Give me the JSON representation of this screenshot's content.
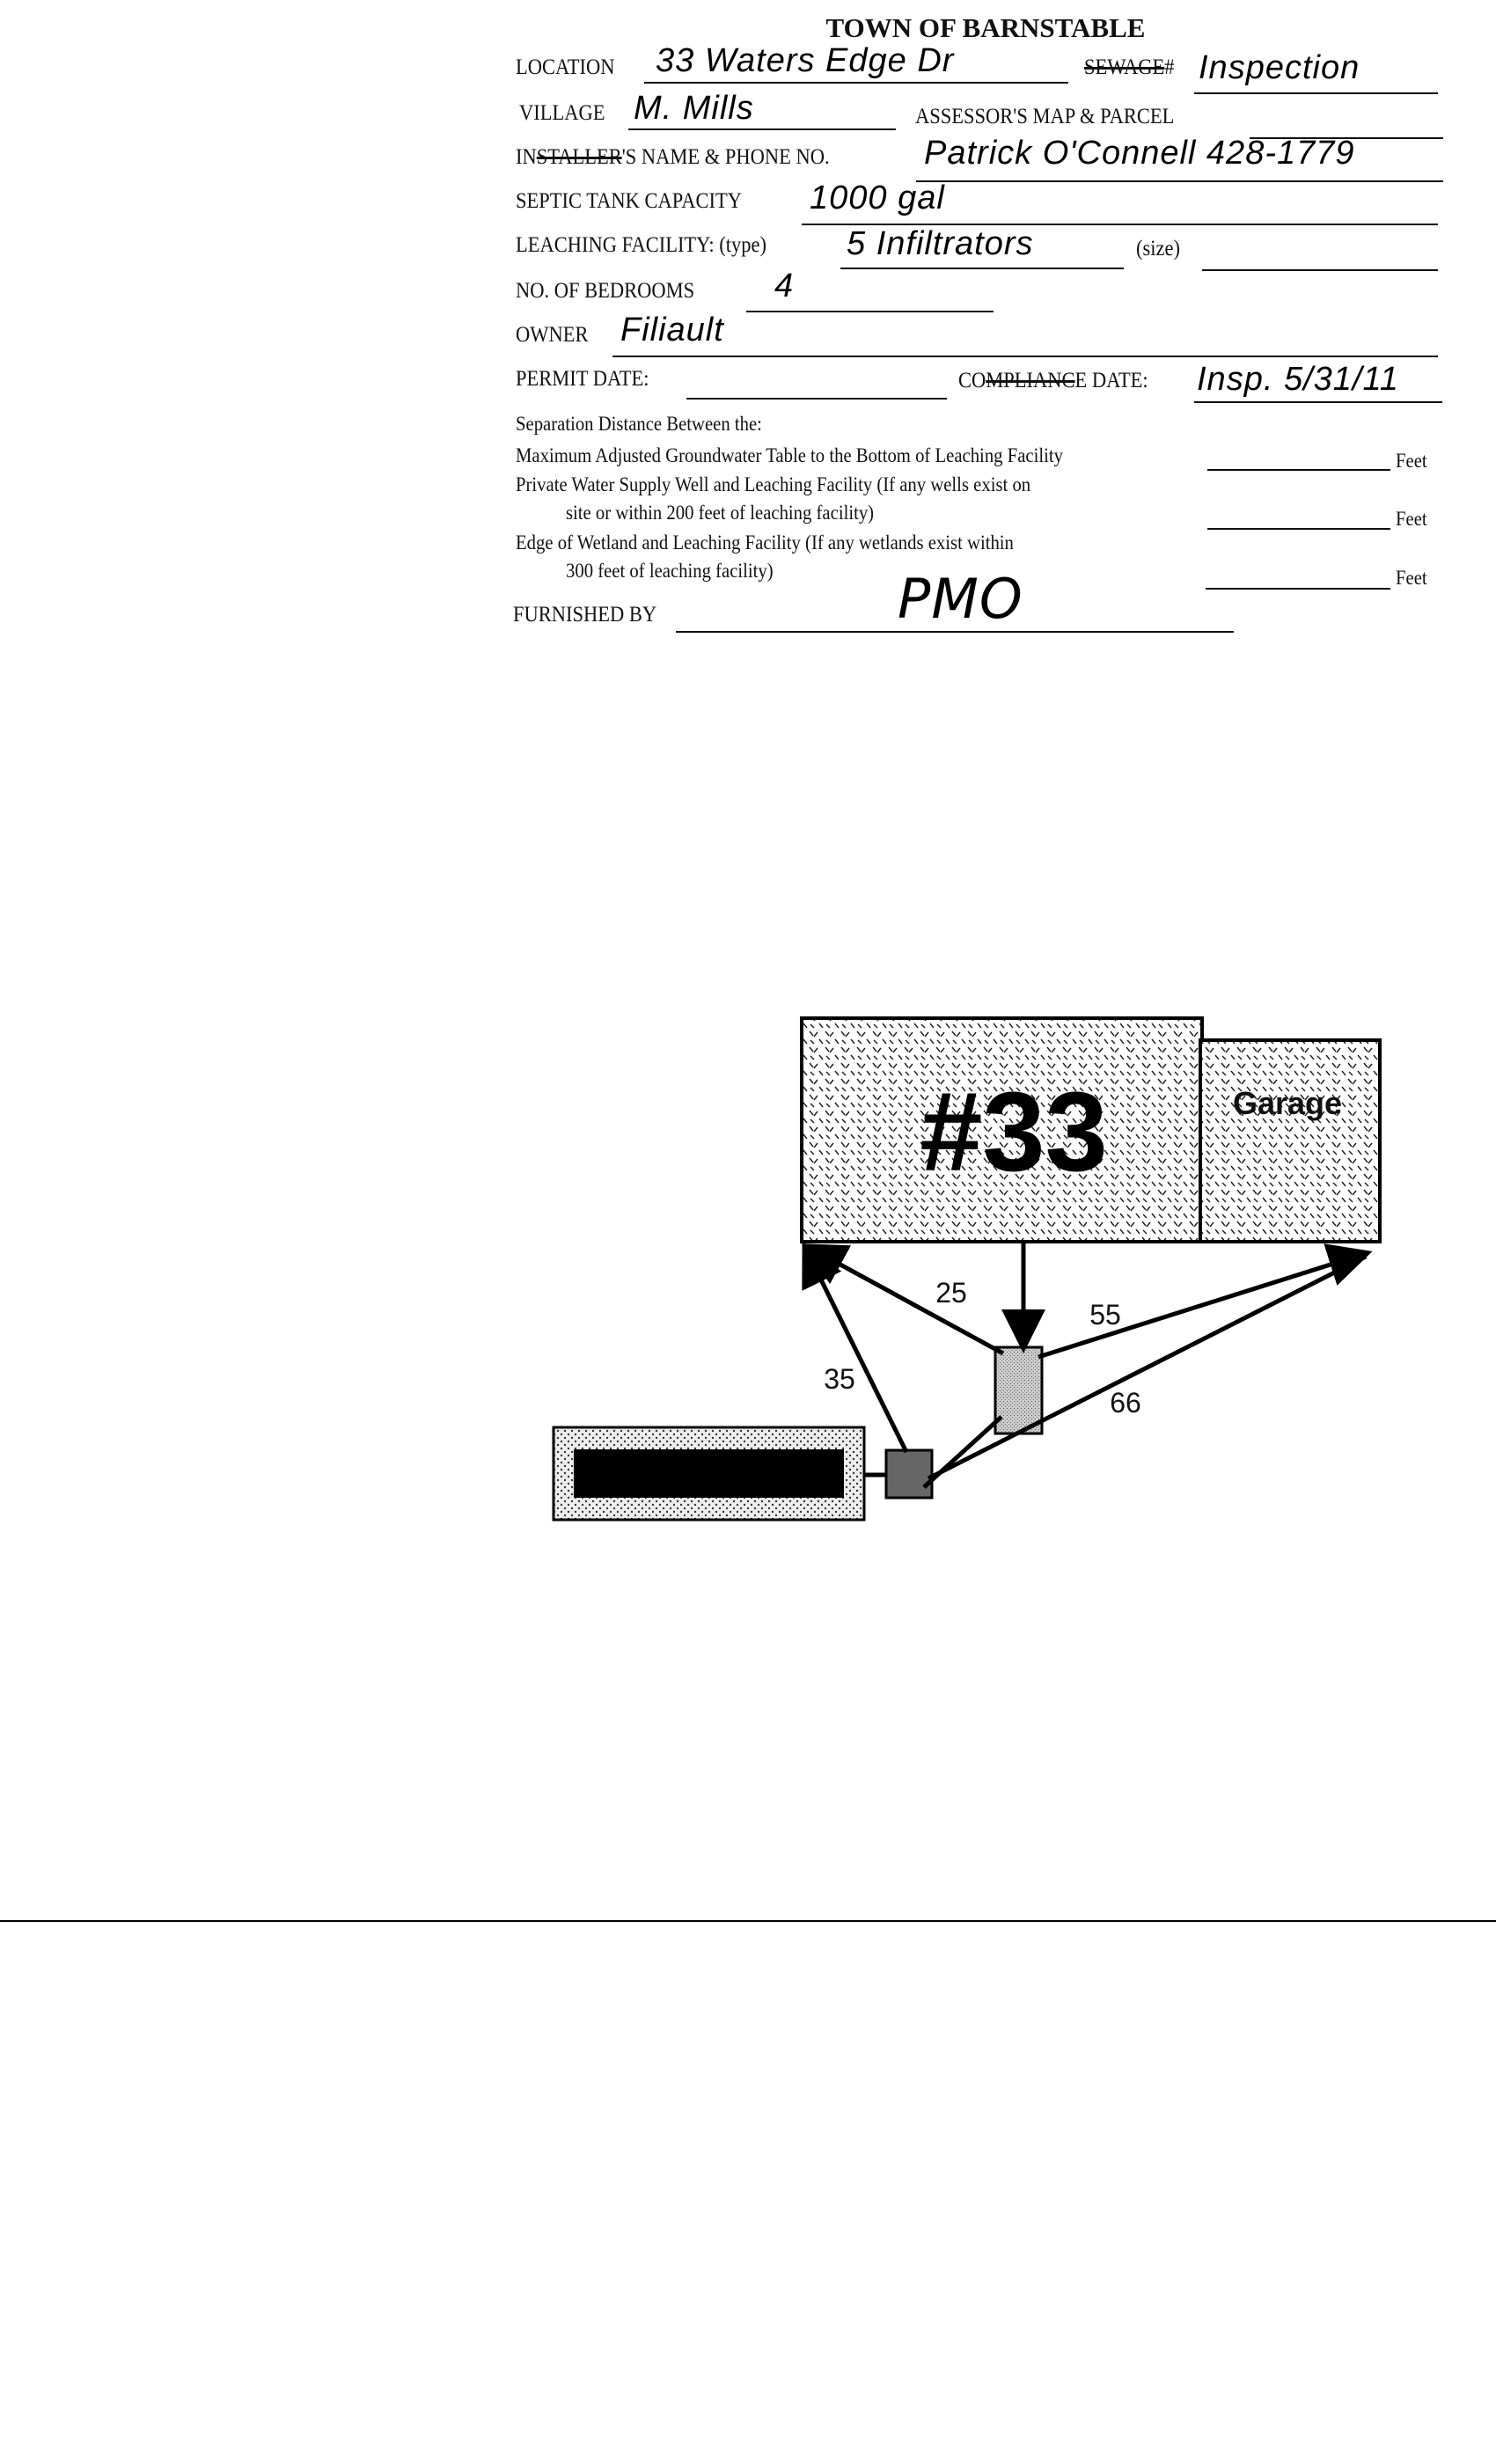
{
  "form": {
    "title": "TOWN OF BARNSTABLE",
    "location_label": "LOCATION",
    "location_value": "33 Waters Edge Dr",
    "sewage_label_struck": "SEWAGE",
    "number_sign": "#",
    "sewage_value": "Inspection",
    "village_label": "VILLAGE",
    "village_value": "M. Mills",
    "assessor_label": "ASSESSOR'S MAP & PARCEL",
    "installer_label_prefix": "IN",
    "installer_label_struck": "STALLER",
    "installer_label_suffix": "'S NAME & PHONE NO.",
    "installer_value": "Patrick O'Connell   428-1779",
    "septic_label": "SEPTIC TANK CAPACITY",
    "septic_value": "1000 gal",
    "leaching_label": "LEACHING FACILITY: (type)",
    "leaching_value": "5 Infiltrators",
    "size_label": "(size)",
    "bedrooms_label": "NO. OF BEDROOMS",
    "bedrooms_value": "4",
    "owner_label": "OWNER",
    "owner_value": "Filiault",
    "permit_label": "PERMIT DATE:",
    "compliance_prefix": "CO",
    "compliance_struck": "MPLIANC",
    "compliance_suffix": "E DATE:",
    "compliance_value": "Insp. 5/31/11",
    "separation_heading": "Separation Distance Between the:",
    "sep1": "Maximum Adjusted Groundwater Table to the Bottom of Leaching Facility",
    "sep2a": "Private Water Supply Well and Leaching Facility (If any wells exist on",
    "sep2b": "site or within 200 feet of leaching facility)",
    "sep3a": "Edge of Wetland and Leaching Facility (If any wetlands exist within",
    "sep3b": "300 feet of leaching facility)",
    "feet": "Feet",
    "furnished_label": "FURNISHED BY",
    "furnished_signature": "PMO"
  },
  "diagram": {
    "house_label": "#33",
    "garage_label": "Garage",
    "distances": {
      "house_to_tank": "25",
      "garage_to_tank": "55",
      "house_to_dbox": "35",
      "garage_to_dbox": "66"
    }
  }
}
